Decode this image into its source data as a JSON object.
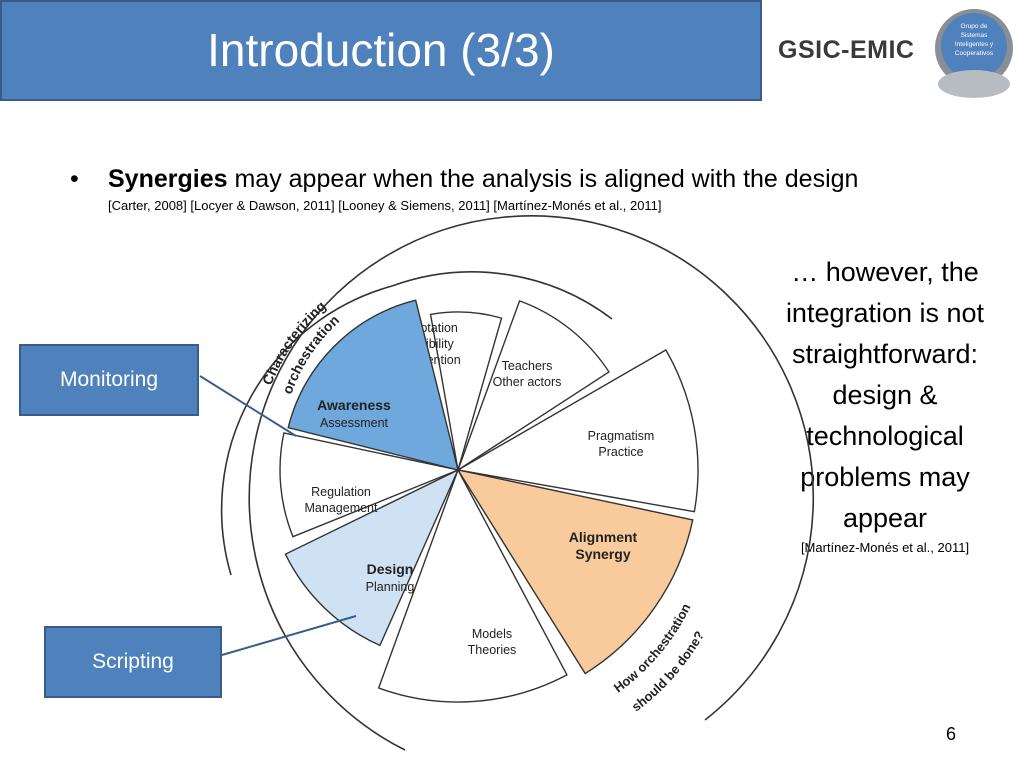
{
  "slide": {
    "title": "Introduction (3/3)",
    "page_number": "6"
  },
  "logo": {
    "text": "GSIC-EMIC",
    "seal_lines": [
      "Grupo de",
      "Sistemas",
      "Inteligentes y",
      "Cooperativos"
    ]
  },
  "bullet": {
    "bold": "Synergies",
    "rest": " may appear when the analysis is aligned with the design",
    "refs": "[Carter, 2008] [Locyer & Dawson, 2011] [Looney & Siemens, 2011] [Martínez-Monés et al., 2011]"
  },
  "note": {
    "text": "… however, the integration is not straightforward: design & technological problems may appear",
    "ref": "[Martínez-Monés et al., 2011]"
  },
  "callouts": {
    "monitoring": "Monitoring",
    "scripting": "Scripting"
  },
  "diagram": {
    "arc_top_1": "Characterizing",
    "arc_top_2": "orchestration",
    "arc_bottom_1": "How orchestration",
    "arc_bottom_2": "should be done?",
    "segments": [
      {
        "bold": "",
        "lines": [
          "Adaptation",
          "Flexibility",
          "Intervention"
        ]
      },
      {
        "bold": "",
        "lines": [
          "Teachers",
          "Other actors"
        ]
      },
      {
        "bold": "",
        "lines": [
          "Pragmatism",
          "Practice"
        ]
      },
      {
        "bold": "Alignment",
        "lines": [
          "Synergy"
        ]
      },
      {
        "bold": "",
        "lines": [
          "Models",
          "Theories"
        ]
      },
      {
        "bold": "Design",
        "lines": [
          "Planning"
        ]
      },
      {
        "bold": "",
        "lines": [
          "Regulation",
          "Management"
        ]
      },
      {
        "bold": "Awareness",
        "lines": [
          "Assessment"
        ]
      }
    ],
    "colors": {
      "awareness": "#6fa8dc",
      "design": "#cfe2f3",
      "alignment": "#f9cb9c",
      "plain": "#ffffff"
    }
  }
}
